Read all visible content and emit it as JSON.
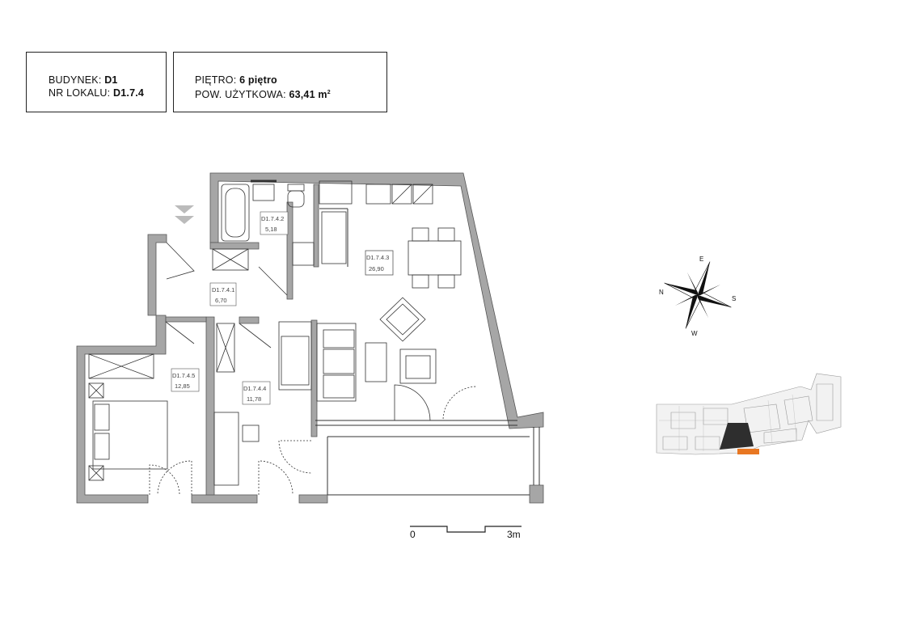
{
  "header": {
    "building_label": "BUDYNEK:",
    "building_value": "D1",
    "unit_label": "NR LOKALU:",
    "unit_value": "D1.7.4",
    "floor_label": "PIĘTRO:",
    "floor_value": "6 piętro",
    "area_label": "POW. UŻYTKOWA:",
    "area_value": "63,41 m",
    "area_sup": "2"
  },
  "rooms": [
    {
      "id": "D1.7.4.1",
      "area": "6,70"
    },
    {
      "id": "D1.7.4.2",
      "area": "5,18"
    },
    {
      "id": "D1.7.4.3",
      "area": "26,90"
    },
    {
      "id": "D1.7.4.4",
      "area": "11,78"
    },
    {
      "id": "D1.7.4.5",
      "area": "12,85"
    }
  ],
  "compass": {
    "n": "N",
    "e": "E",
    "s": "S",
    "w": "W"
  },
  "scale": {
    "start": "0",
    "end": "3m"
  },
  "colors": {
    "wall": "#a6a6a6",
    "highlight_unit": "#2e2e2e",
    "highlight_balcony": "#e87722"
  }
}
